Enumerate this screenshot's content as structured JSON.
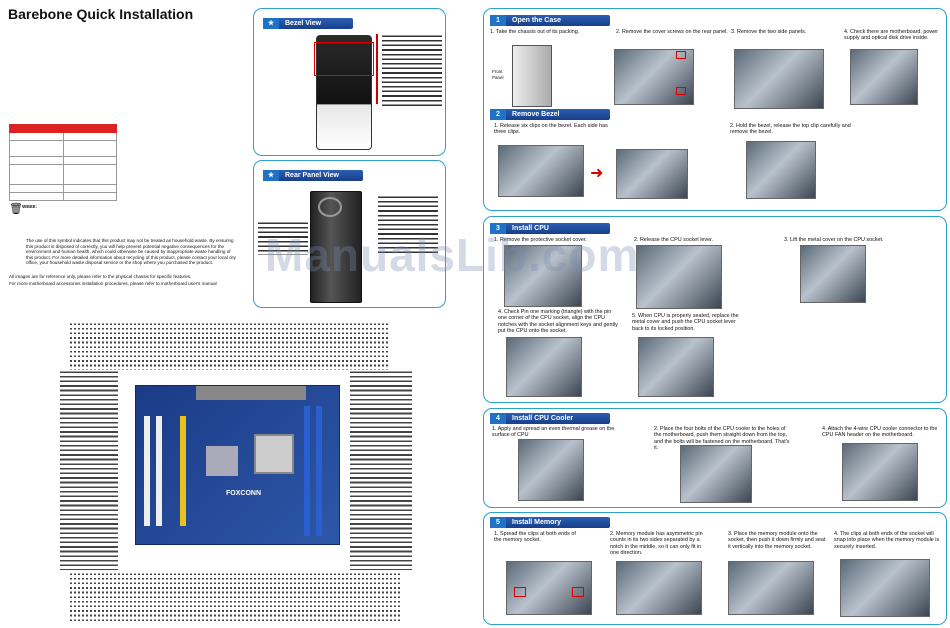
{
  "title": "Barebone Quick Installation",
  "weee": {
    "heading": "WEEE:",
    "text": "The use of this symbol indicates that this product may not be treated as household waste. By ensuring this product is disposed of correctly, you will help prevent potential negative consequences for the environment and human health, which could otherwise be caused by inappropriate waste handling of this product. For more detailed information about recycling of this product, please contact your local city office, your household waste disposal service or the shop where you purchased the product."
  },
  "notes": [
    "All images are for reference only, please refer to the physical chassis for specific features.",
    "For more motherboard accessories installation procedures, please refer to motherboard user's manual"
  ],
  "bezel": {
    "title": "Bezel View",
    "star": "★"
  },
  "rear": {
    "title": "Rear Panel View",
    "star": "★"
  },
  "steps": [
    {
      "num": "1",
      "title": "Open the Case",
      "items": [
        "1. Take the chassis out of its packing.",
        "2. Remove the cover screws on the rear panel.",
        "3. Remove the two side panels.",
        "4. Check there are motherboard, power supply and optical disk drive inside."
      ],
      "callout": "Front Panel"
    },
    {
      "num": "2",
      "title": "Remove Bezel",
      "items": [
        "1. Release six clips on the bezel. Each side has three clips.",
        "2. Hold the bezel, release the top clip carefully and remove the bezel."
      ]
    },
    {
      "num": "3",
      "title": "Install CPU",
      "items": [
        "1. Remove the protective socket cover.",
        "2. Release the CPU socket lever.",
        "3. Lift the metal cover on the CPU socket.",
        "4. Check Pin one marking (triangle) with the pin one corner of the CPU socket, align the CPU notches with the socket alignment keys and gently put the CPU onto the socket.",
        "5. When CPU is properly seated, replace the metal cover and push the CPU socket lever back to its locked position."
      ]
    },
    {
      "num": "4",
      "title": "Install CPU Cooler",
      "items": [
        "1. Apply and spread an even thermal grease on the surface of CPU",
        "2. Place the four bolts of the CPU cooler to the holes of the motherboard, push them straight down from the top, and the bolts will be fastened on the motherboard. That's it.",
        "4. Attach the 4-wire CPU cooler connector to the CPU FAN header on the motherboard."
      ]
    },
    {
      "num": "5",
      "title": "Install Memory",
      "items": [
        "1. Spread the clips at both ends of the memory socket.",
        "2. Memory module has asymmetric pin counts in its two sides separated by a notch in the middle, so it can only fit in one direction.",
        "3. Place the memory module onto the socket, then push it down firmly and seat it vertically into the memory socket.",
        "4. The clips at both ends of the socket will snap into place when the memory module is securely inserted."
      ]
    }
  ],
  "board_brand": "FOXCONN",
  "watermark": "ManualsLib.com",
  "colors": {
    "accent": "#2ba3c9",
    "header": "#183f88",
    "table_header": "#dd2222"
  }
}
